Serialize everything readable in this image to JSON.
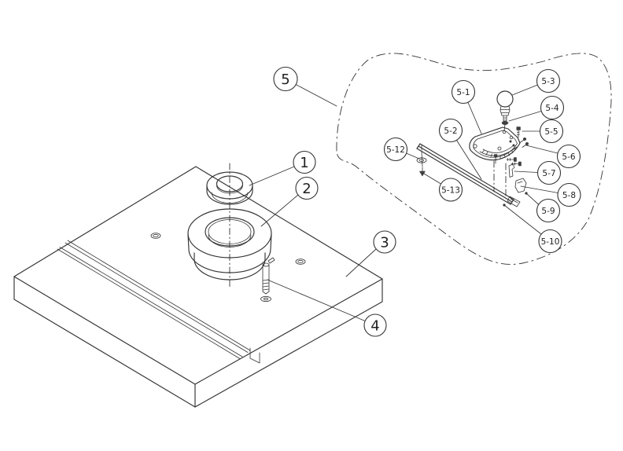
{
  "colors": {
    "background": "#ffffff",
    "line": "#333333",
    "text": "#1f1f1f"
  },
  "callouts": {
    "main": [
      {
        "id": "1",
        "label": "1"
      },
      {
        "id": "2",
        "label": "2"
      },
      {
        "id": "3",
        "label": "3"
      },
      {
        "id": "4",
        "label": "4"
      },
      {
        "id": "5",
        "label": "5"
      }
    ],
    "detail": [
      {
        "id": "5-1",
        "label": "5-1"
      },
      {
        "id": "5-2",
        "label": "5-2"
      },
      {
        "id": "5-3",
        "label": "5-3"
      },
      {
        "id": "5-4",
        "label": "5-4"
      },
      {
        "id": "5-5",
        "label": "5-5"
      },
      {
        "id": "5-6",
        "label": "5-6"
      },
      {
        "id": "5-7",
        "label": "5-7"
      },
      {
        "id": "5-8",
        "label": "5-8"
      },
      {
        "id": "5-9",
        "label": "5-9"
      },
      {
        "id": "5-10",
        "label": "5-10"
      },
      {
        "id": "5-12",
        "label": "5-12"
      },
      {
        "id": "5-13",
        "label": "5-13"
      }
    ]
  }
}
